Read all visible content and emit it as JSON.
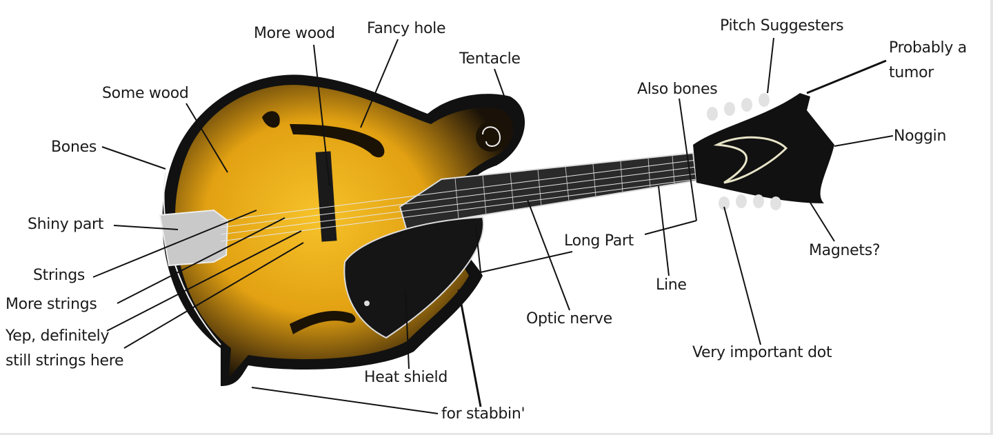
{
  "labels": {
    "more_wood": "More wood",
    "fancy_hole": "Fancy hole",
    "tentacle": "Tentacle",
    "some_wood": "Some wood",
    "bones": "Bones",
    "shiny_part": "Shiny part",
    "strings": "Strings",
    "more_strings": "More strings",
    "yep_line1": "Yep, definitely",
    "yep_line2": "still strings here",
    "heat_shield": "Heat shield",
    "for_stabbin": "for stabbin'",
    "optic_nerve": "Optic nerve",
    "long_part": "Long Part",
    "line": "Line",
    "very_important_dot": "Very important dot",
    "magnets": "Magnets?",
    "noggin": "Noggin",
    "tumor_line1": "Probably a",
    "tumor_line2": "tumor",
    "pitch_suggesters": "Pitch Suggesters",
    "also_bones": "Also bones"
  },
  "colors": {
    "body_center": "#f2b51c",
    "body_edge": "#1a1208",
    "wood_dark": "#111111",
    "metal": "#c9c9c9"
  }
}
